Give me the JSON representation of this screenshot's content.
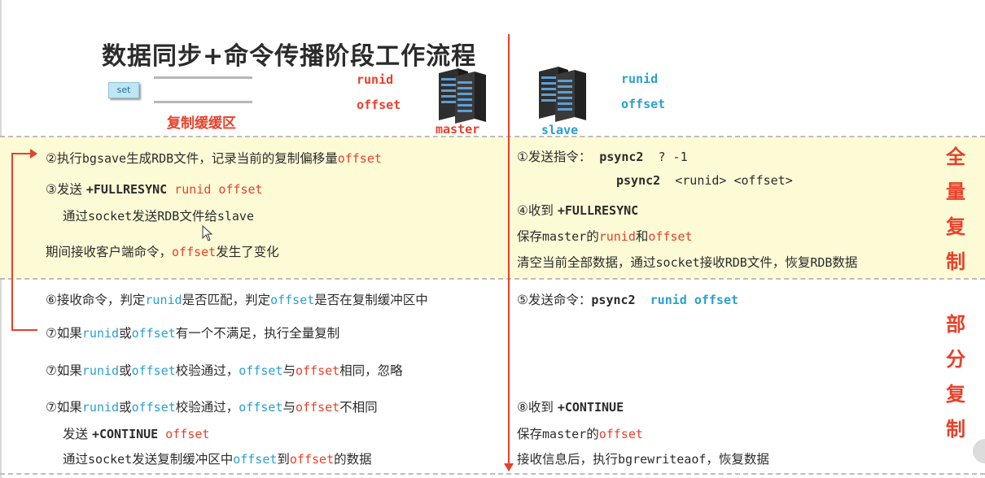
{
  "title": "数据同步+命令传播阶段工作流程",
  "set_label": "set",
  "buffer_label": "复制缓缓区",
  "master": {
    "runid": "runid",
    "offset": "offset",
    "name": "master"
  },
  "slave": {
    "runid": "runid",
    "offset": "offset",
    "name": "slave"
  },
  "side_labels": {
    "full": [
      "全",
      "量",
      "复",
      "制"
    ],
    "partial": [
      "部",
      "分",
      "复",
      "制"
    ]
  },
  "left": {
    "l1": {
      "a": "②执行",
      "b": "bgsave",
      "c": "生成",
      "d": "RDB",
      "e": "文件，记录当前的复制偏移量",
      "f": "offset"
    },
    "l2": {
      "a": "③发送 ",
      "b": "+FULLRESYNC",
      "c": " runid offset"
    },
    "l3": {
      "a": "通过",
      "b": "socket",
      "c": "发送",
      "d": "RDB",
      "e": "文件给",
      "f": "slave"
    },
    "l4": {
      "a": "期间接收客户端命令，",
      "b": "offset",
      "c": "发生了变化"
    },
    "l5": {
      "a": "⑥接收命令，判定",
      "b": "runid",
      "c": "是否匹配，判定",
      "d": "offset",
      "e": "是否在复制缓冲区中"
    },
    "l6": {
      "a": "⑦如果",
      "b": "runid",
      "c": "或",
      "d": "offset",
      "e": "有一个不满足，执行全量复制"
    },
    "l7": {
      "a": "⑦如果",
      "b": "runid",
      "c": "或",
      "d": "offset",
      "e": "校验通过，",
      "f": "offset",
      "g": "与",
      "h": "offset",
      "i": "相同，忽略"
    },
    "l8": {
      "a": "⑦如果",
      "b": "runid",
      "c": "或",
      "d": "offset",
      "e": "校验通过，",
      "f": "offset",
      "g": "与",
      "h": "offset",
      "i": "不相同"
    },
    "l9": {
      "a": "发送 ",
      "b": "+CONTINUE",
      "c": " offset"
    },
    "l10": {
      "a": "通过",
      "b": "socket",
      "c": "发送复制缓冲区中",
      "d": "offset",
      "e": "到",
      "f": "offset",
      "g": "的数据"
    }
  },
  "right": {
    "r1": {
      "a": "①发送指令：  ",
      "b": "psync2",
      "c": "  ? -1"
    },
    "r2": {
      "b": "psync2",
      "c": "  <runid> <offset>"
    },
    "r3": {
      "a": "④收到 ",
      "b": "+FULLRESYNC"
    },
    "r4": {
      "a": "保存",
      "b": "master",
      "c": "的",
      "d": "runid",
      "e": "和",
      "f": "offset"
    },
    "r5": {
      "a": "清空当前全部数据，通过",
      "b": "socket",
      "c": "接收",
      "d": "RDB",
      "e": "文件，恢复",
      "f": "RDB",
      "g": "数据"
    },
    "r6": {
      "a": "⑤发送命令：",
      "b": "psync2",
      "c": "  runid offset"
    },
    "r7": {
      "a": "⑧收到 ",
      "b": "+CONTINUE"
    },
    "r8": {
      "a": "保存",
      "b": "master",
      "c": "的",
      "d": "offset"
    },
    "r9": {
      "a": "接收信息后，执行",
      "b": "bgrewriteaof",
      "c": "，恢复数据"
    }
  },
  "colors": {
    "accent_red": "#e8402a",
    "accent_blue": "#2a9fd0",
    "band_yellow": "#fdfbd6"
  },
  "icons": [
    "server-rack-icon",
    "cursor-icon"
  ]
}
